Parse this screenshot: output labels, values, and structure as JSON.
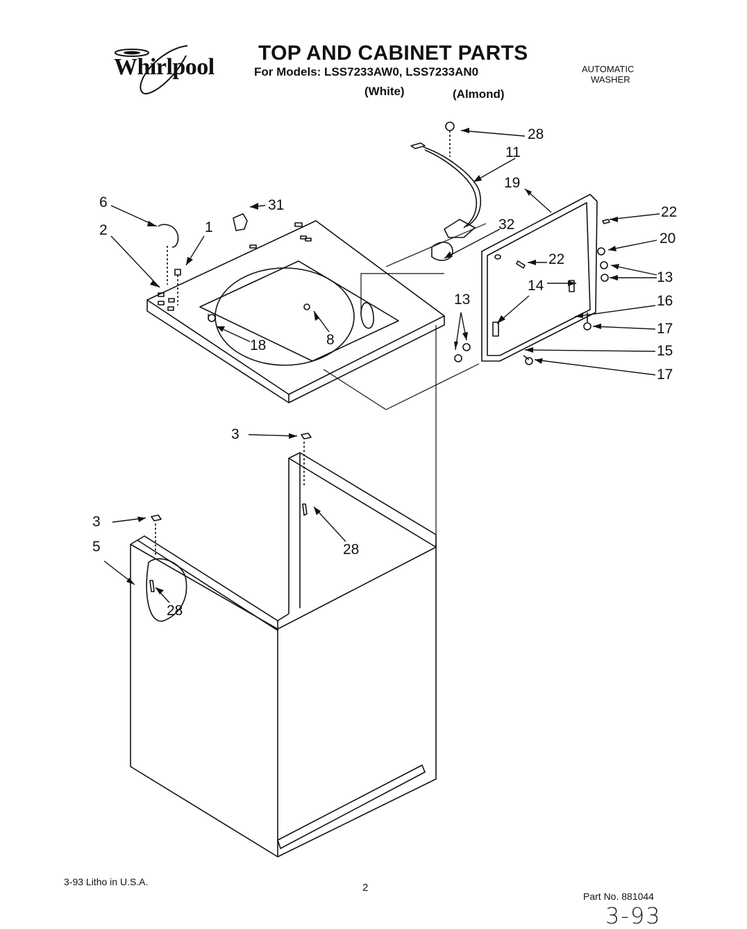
{
  "header": {
    "brand": "Whirlpool",
    "title": "TOP AND CABINET PARTS",
    "models_line": "For Models: LSS7233AW0, LSS7233AN0",
    "color_white": "(White)",
    "color_almond": "(Almond)",
    "appliance_type_line1": "AUTOMATIC",
    "appliance_type_line2": "WASHER"
  },
  "callouts": [
    "28",
    "11",
    "19",
    "6",
    "31",
    "2",
    "1",
    "32",
    "22",
    "20",
    "22",
    "13",
    "14",
    "13",
    "16",
    "17",
    "18",
    "8",
    "15",
    "17",
    "3",
    "3",
    "5",
    "28",
    "28"
  ],
  "footer": {
    "litho": "3-93 Litho in U.S.A.",
    "page_number": "2",
    "part_number": "Part No. 881044",
    "handwritten_date": "3-93"
  }
}
